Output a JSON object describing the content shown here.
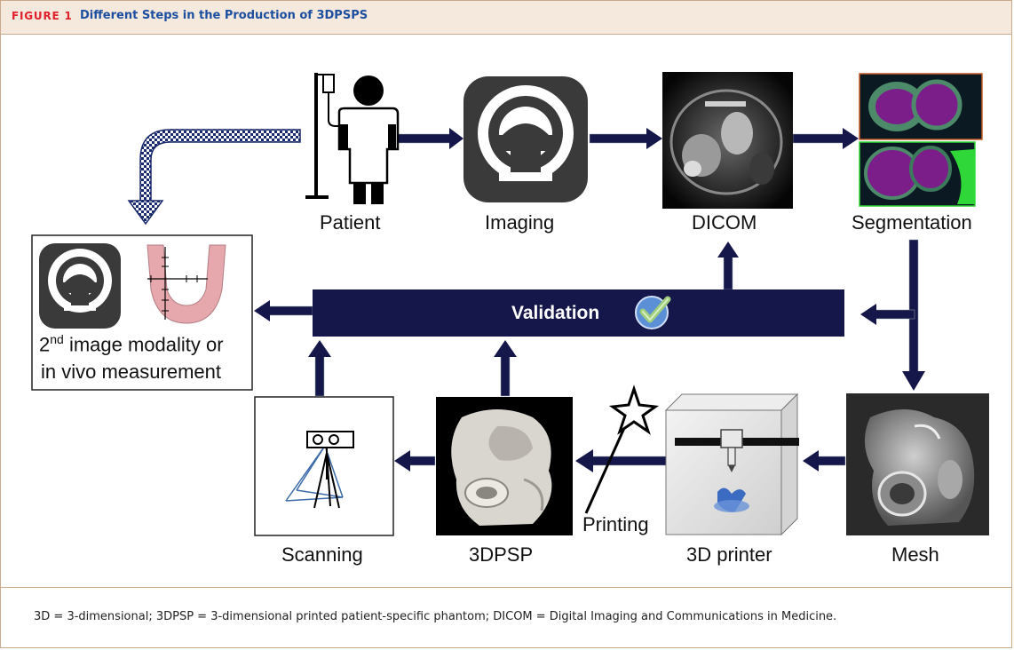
{
  "figure": {
    "label": "FIGURE 1",
    "title": "Different Steps in the Production of 3DPSPS"
  },
  "nodes": {
    "patient": "Patient",
    "imaging": "Imaging",
    "dicom": "DICOM",
    "segmentation": "Segmentation",
    "validation": "Validation",
    "alt_line1_base": "2",
    "alt_line1_sup": "nd",
    "alt_line1_rest": " image modality or",
    "alt_line2": "in vivo measurement",
    "scanning": "Scanning",
    "phantom": "3DPSP",
    "printing": "Printing",
    "printer": "3D printer",
    "mesh": "Mesh"
  },
  "colors": {
    "accent_red": "#e0202a",
    "title_blue": "#1c4fa0",
    "arrow_navy": "#15174a",
    "header_bg": "#f5e8dc",
    "check_green": "#9fce7c",
    "check_circle": "#5b8fd6"
  },
  "caption": "3D = 3-dimensional; 3DPSP = 3-dimensional printed patient-specific phantom; DICOM = Digital Imaging and Communications in Medicine."
}
